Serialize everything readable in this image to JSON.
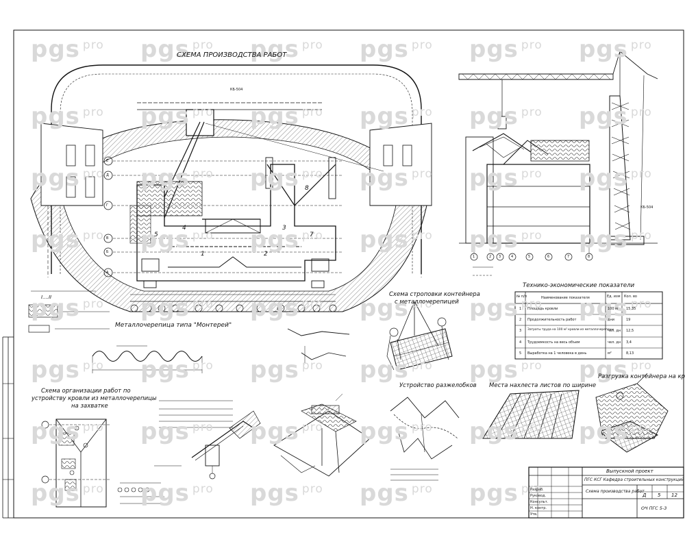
{
  "watermark": {
    "brand": "pgs",
    "suffix": "pro"
  },
  "titles": {
    "scheme_works": "СХЕМА ПРОИЗВОДСТВА РАБОТ",
    "metal_tile": "Металлочерепица типа \"Монтерей\"",
    "org_scheme_line1": "Схема организации работ по",
    "org_scheme_line2": "устройству кровли из металлочерепицы",
    "org_scheme_line3": "на захватке",
    "sling_line1": "Схема строповки контейнера",
    "sling_line2": "с металлочерепицей",
    "valleys": "Устройство разжелобков",
    "overlap": "Места  нахлеста листов  по ширине",
    "unloading": "Разгрузка контейнера на крыше",
    "tep": "Технико-экономические показатели"
  },
  "tep_table": {
    "headers": [
      "№ п/п",
      "Наименование показателя",
      "Ед. изм",
      "Кол. во"
    ],
    "rows": [
      [
        "1",
        "Площадь кровли",
        "100 м",
        "15,35"
      ],
      [
        "2",
        "Продолжительность работ",
        "дни",
        "19"
      ],
      [
        "3",
        "Затраты труда на 100 м² кровли из металлочерепицы",
        "чел. дн",
        "12,5"
      ],
      [
        "4",
        "Трудоемкость на весь объем",
        "чел. дн",
        "3,4"
      ],
      [
        "5",
        "Выработка на 1 человека в день",
        "м²",
        "8,13"
      ]
    ]
  },
  "title_block": {
    "company": "Выпускной проект",
    "project": "ПГС КСГ  Кафедра строительных конструкций",
    "sheet_title": "Схема производства работ",
    "stage": "Д",
    "sheet": "5",
    "sheets": "12",
    "group": "ОЧ ПГС 5-3",
    "roles": [
      "Разраб.",
      "Руковод.",
      "Консульт.",
      "Н. контр.",
      "Утв."
    ]
  },
  "crane_labels": {
    "plan": "КБ-504",
    "elevation": "КБ-504"
  },
  "zones": {
    "z1": "1",
    "z2": "2",
    "z3": "3",
    "z4": "4",
    "z5": "5",
    "z7": "7",
    "z8": "8"
  },
  "axes_letters": [
    "Е",
    "Д",
    "Г",
    "В",
    "Б",
    "А"
  ],
  "elevation_axes": [
    "1",
    "2",
    "3",
    "4",
    "5",
    "6",
    "7",
    "8"
  ],
  "legend": {
    "section": "I....II"
  },
  "colors": {
    "line": "#111111",
    "watermark": "#d9d9d9",
    "hatch": "#555555"
  }
}
